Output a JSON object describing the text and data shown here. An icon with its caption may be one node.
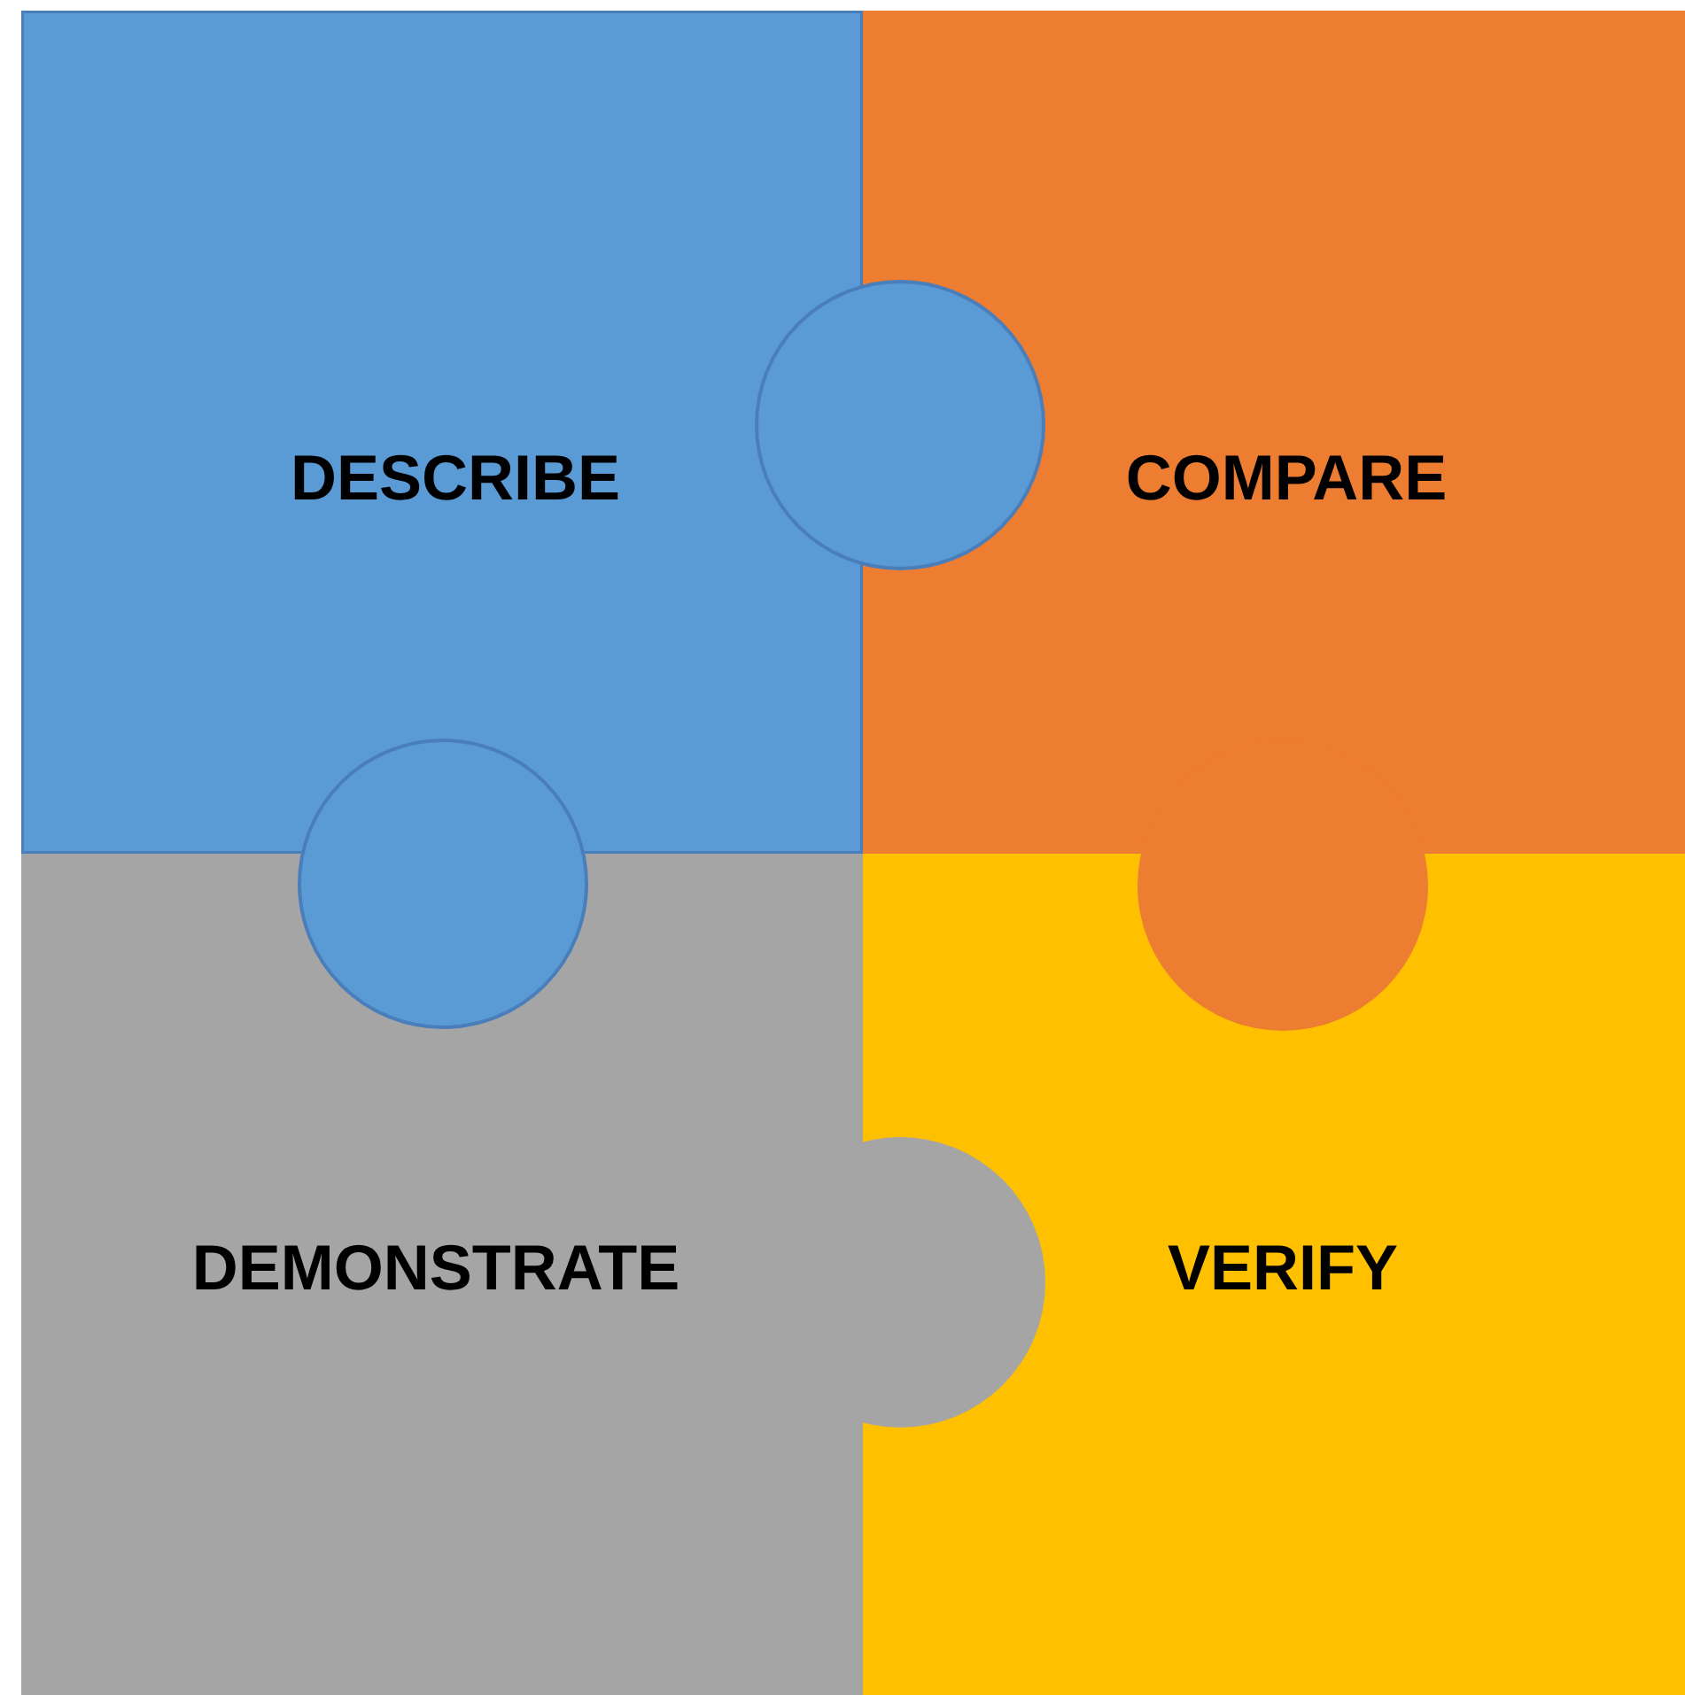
{
  "diagram": {
    "nodes": [
      {
        "text": [
          "DESCRIBE"
        ]
      },
      {
        "text": [
          "COMPARE"
        ]
      },
      {
        "text": [
          "DEMONSTRATE"
        ]
      },
      {
        "text": [
          "VERIFY"
        ]
      }
    ]
  }
}
